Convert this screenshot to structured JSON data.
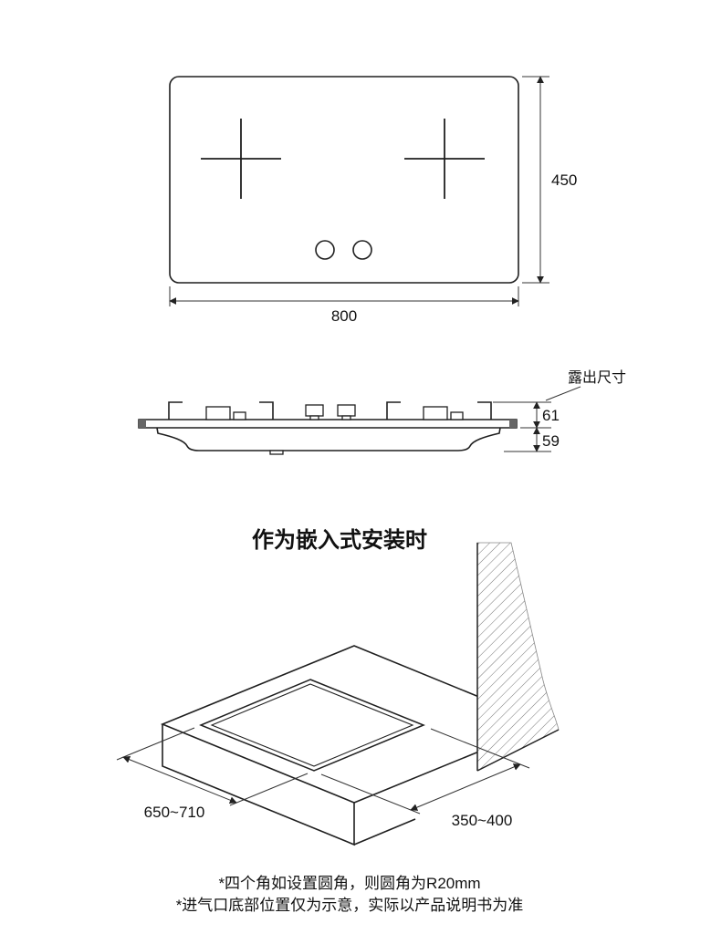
{
  "top_view": {
    "width": "800",
    "height": "450"
  },
  "side_view": {
    "callout": "露出尺寸",
    "above": "61",
    "below": "59"
  },
  "installation": {
    "title": "作为嵌入式安装时",
    "cutout_length": "650~710",
    "cutout_depth": "350~400"
  },
  "notes": {
    "line1": "*四个角如设置圆角，则圆角为R20mm",
    "line2": "*进气口底部位置仅为示意，实际以产品说明书为准"
  }
}
